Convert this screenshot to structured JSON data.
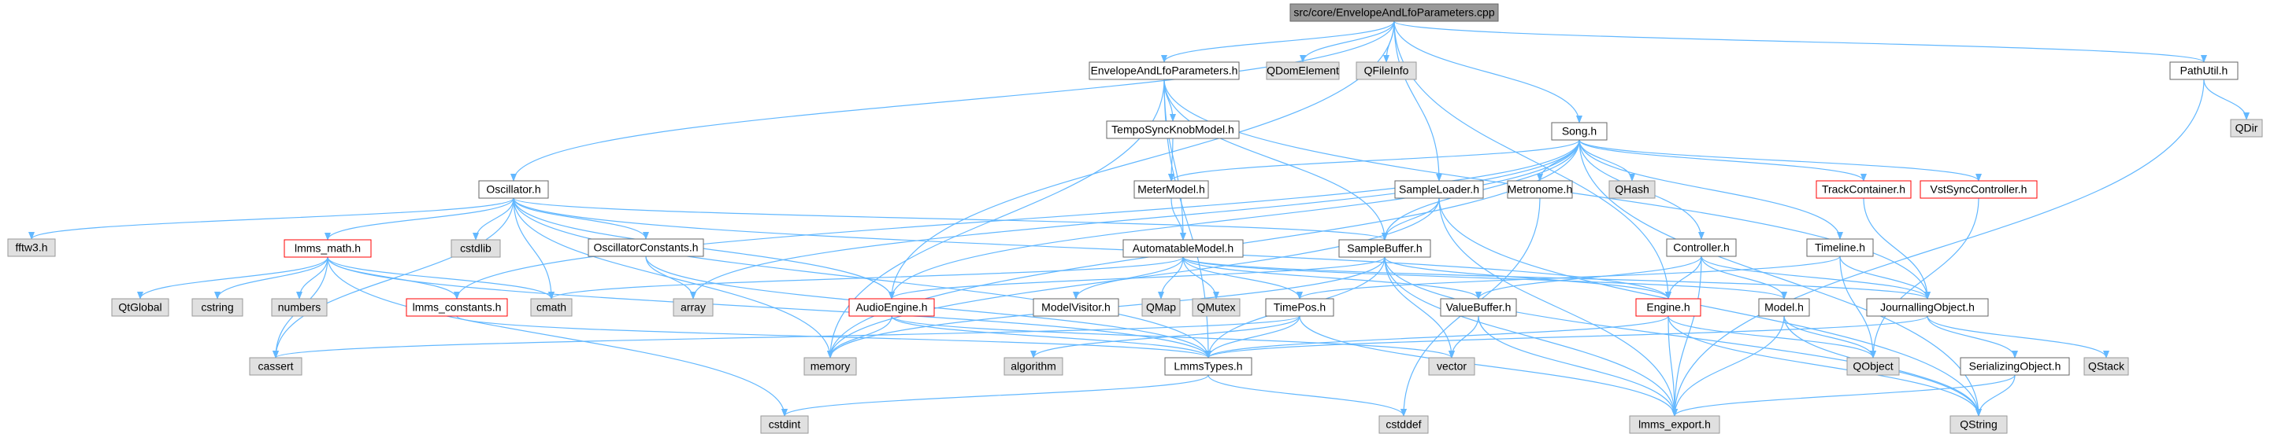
{
  "colors": {
    "edge": "#63b8ff",
    "root_fill": "#999999",
    "root_stroke": "#666666",
    "header_fill": "#ffffff",
    "header_stroke": "#666666",
    "system_fill": "#e0e0e0",
    "system_stroke": "#999999",
    "truncated_stroke": "#ff0000"
  },
  "nodes": [
    {
      "id": "root",
      "label": "src/core/EnvelopeAndLfoParameters.cpp",
      "kind": "root"
    },
    {
      "id": "envlfo",
      "label": "EnvelopeAndLfoParameters.h",
      "kind": "header"
    },
    {
      "id": "qdomelement",
      "label": "QDomElement",
      "kind": "system"
    },
    {
      "id": "qfileinfo",
      "label": "QFileInfo",
      "kind": "system"
    },
    {
      "id": "pathutil",
      "label": "PathUtil.h",
      "kind": "header"
    },
    {
      "id": "qdir",
      "label": "QDir",
      "kind": "system"
    },
    {
      "id": "temposync",
      "label": "TempoSyncKnobModel.h",
      "kind": "header"
    },
    {
      "id": "song",
      "label": "Song.h",
      "kind": "header"
    },
    {
      "id": "oscillator",
      "label": "Oscillator.h",
      "kind": "header"
    },
    {
      "id": "metermodel",
      "label": "MeterModel.h",
      "kind": "header"
    },
    {
      "id": "sampleloader",
      "label": "SampleLoader.h",
      "kind": "header"
    },
    {
      "id": "metronome",
      "label": "Metronome.h",
      "kind": "header"
    },
    {
      "id": "qhash",
      "label": "QHash",
      "kind": "system"
    },
    {
      "id": "trackcontainer",
      "label": "TrackContainer.h",
      "kind": "truncated"
    },
    {
      "id": "vstsync",
      "label": "VstSyncController.h",
      "kind": "truncated"
    },
    {
      "id": "fftw3",
      "label": "fftw3.h",
      "kind": "system"
    },
    {
      "id": "lmmsmath",
      "label": "lmms_math.h",
      "kind": "truncated"
    },
    {
      "id": "cstdlib",
      "label": "cstdlib",
      "kind": "system"
    },
    {
      "id": "oscconst",
      "label": "OscillatorConstants.h",
      "kind": "header"
    },
    {
      "id": "automatable",
      "label": "AutomatableModel.h",
      "kind": "header"
    },
    {
      "id": "samplebuffer",
      "label": "SampleBuffer.h",
      "kind": "header"
    },
    {
      "id": "controller",
      "label": "Controller.h",
      "kind": "header"
    },
    {
      "id": "timeline",
      "label": "Timeline.h",
      "kind": "header"
    },
    {
      "id": "qtglobal",
      "label": "QtGlobal",
      "kind": "system"
    },
    {
      "id": "cstring",
      "label": "cstring",
      "kind": "system"
    },
    {
      "id": "numbers",
      "label": "numbers",
      "kind": "system"
    },
    {
      "id": "lmmsconst",
      "label": "lmms_constants.h",
      "kind": "truncated"
    },
    {
      "id": "cmath",
      "label": "cmath",
      "kind": "system"
    },
    {
      "id": "array",
      "label": "array",
      "kind": "system"
    },
    {
      "id": "audioengine",
      "label": "AudioEngine.h",
      "kind": "truncated"
    },
    {
      "id": "modelvisitor",
      "label": "ModelVisitor.h",
      "kind": "header"
    },
    {
      "id": "qmap",
      "label": "QMap",
      "kind": "system"
    },
    {
      "id": "qmutex",
      "label": "QMutex",
      "kind": "system"
    },
    {
      "id": "timepos",
      "label": "TimePos.h",
      "kind": "header"
    },
    {
      "id": "valuebuffer",
      "label": "ValueBuffer.h",
      "kind": "header"
    },
    {
      "id": "engine",
      "label": "Engine.h",
      "kind": "truncated"
    },
    {
      "id": "model",
      "label": "Model.h",
      "kind": "header"
    },
    {
      "id": "journalling",
      "label": "JournallingObject.h",
      "kind": "header"
    },
    {
      "id": "cassert",
      "label": "cassert",
      "kind": "system"
    },
    {
      "id": "memory",
      "label": "memory",
      "kind": "system"
    },
    {
      "id": "algorithm",
      "label": "algorithm",
      "kind": "system"
    },
    {
      "id": "lmmstypes",
      "label": "LmmsTypes.h",
      "kind": "header"
    },
    {
      "id": "vector",
      "label": "vector",
      "kind": "system"
    },
    {
      "id": "qobject",
      "label": "QObject",
      "kind": "system"
    },
    {
      "id": "qstack",
      "label": "QStack",
      "kind": "system"
    },
    {
      "id": "serializing",
      "label": "SerializingObject.h",
      "kind": "header"
    },
    {
      "id": "cstdint",
      "label": "cstdint",
      "kind": "system"
    },
    {
      "id": "cstddef",
      "label": "cstddef",
      "kind": "system"
    },
    {
      "id": "lmmsexport",
      "label": "lmms_export.h",
      "kind": "system"
    },
    {
      "id": "qstring",
      "label": "QString",
      "kind": "system"
    }
  ],
  "edges": [
    [
      "root",
      "envlfo"
    ],
    [
      "root",
      "qdomelement"
    ],
    [
      "root",
      "qfileinfo"
    ],
    [
      "root",
      "pathutil"
    ],
    [
      "root",
      "song"
    ],
    [
      "root",
      "oscillator"
    ],
    [
      "root",
      "sampleloader"
    ],
    [
      "root",
      "audioengine"
    ],
    [
      "root",
      "engine"
    ],
    [
      "pathutil",
      "qdir"
    ],
    [
      "pathutil",
      "lmmsexport"
    ],
    [
      "envlfo",
      "temposync"
    ],
    [
      "envlfo",
      "automatable"
    ],
    [
      "envlfo",
      "samplebuffer"
    ],
    [
      "envlfo",
      "journalling"
    ],
    [
      "envlfo",
      "memory"
    ],
    [
      "envlfo",
      "lmmstypes"
    ],
    [
      "temposync",
      "metermodel"
    ],
    [
      "song",
      "metermodel"
    ],
    [
      "song",
      "metronome"
    ],
    [
      "song",
      "qhash"
    ],
    [
      "song",
      "trackcontainer"
    ],
    [
      "song",
      "vstsync"
    ],
    [
      "song",
      "controller"
    ],
    [
      "song",
      "timeline"
    ],
    [
      "song",
      "audioengine"
    ],
    [
      "song",
      "lmmsconst"
    ],
    [
      "song",
      "array"
    ],
    [
      "song",
      "memory"
    ],
    [
      "song",
      "qstring"
    ],
    [
      "song",
      "samplebuffer"
    ],
    [
      "metermodel",
      "automatable"
    ],
    [
      "oscillator",
      "fftw3"
    ],
    [
      "oscillator",
      "lmmsmath"
    ],
    [
      "oscillator",
      "cstdlib"
    ],
    [
      "oscillator",
      "cmath"
    ],
    [
      "oscillator",
      "oscconst"
    ],
    [
      "oscillator",
      "audioengine"
    ],
    [
      "oscillator",
      "samplebuffer"
    ],
    [
      "oscillator",
      "engine"
    ],
    [
      "oscillator",
      "memory"
    ],
    [
      "oscillator",
      "lmmstypes"
    ],
    [
      "oscillator",
      "cassert"
    ],
    [
      "sampleloader",
      "samplebuffer"
    ],
    [
      "sampleloader",
      "memory"
    ],
    [
      "sampleloader",
      "lmmsexport"
    ],
    [
      "sampleloader",
      "qstring"
    ],
    [
      "metronome",
      "cstddef"
    ],
    [
      "trackcontainer",
      "journalling"
    ],
    [
      "vstsync",
      "qobject"
    ],
    [
      "lmmsmath",
      "qtglobal"
    ],
    [
      "lmmsmath",
      "cstring"
    ],
    [
      "lmmsmath",
      "numbers"
    ],
    [
      "lmmsmath",
      "lmmsconst"
    ],
    [
      "lmmsmath",
      "cmath"
    ],
    [
      "lmmsmath",
      "cassert"
    ],
    [
      "lmmsmath",
      "cstdint"
    ],
    [
      "lmmsmath",
      "lmmstypes"
    ],
    [
      "oscconst",
      "array"
    ],
    [
      "oscconst",
      "lmmstypes"
    ],
    [
      "lmmsconst",
      "lmmstypes"
    ],
    [
      "automatable",
      "cmath"
    ],
    [
      "automatable",
      "modelvisitor"
    ],
    [
      "automatable",
      "qmap"
    ],
    [
      "automatable",
      "qmutex"
    ],
    [
      "automatable",
      "timepos"
    ],
    [
      "automatable",
      "valuebuffer"
    ],
    [
      "automatable",
      "model"
    ],
    [
      "automatable",
      "journalling"
    ],
    [
      "samplebuffer",
      "audioengine"
    ],
    [
      "samplebuffer",
      "engine"
    ],
    [
      "samplebuffer",
      "vector"
    ],
    [
      "samplebuffer",
      "lmmstypes"
    ],
    [
      "samplebuffer",
      "lmmsexport"
    ],
    [
      "samplebuffer",
      "memory"
    ],
    [
      "samplebuffer",
      "qstring"
    ],
    [
      "controller",
      "engine"
    ],
    [
      "controller",
      "model"
    ],
    [
      "controller",
      "journalling"
    ],
    [
      "controller",
      "valuebuffer"
    ],
    [
      "controller",
      "lmmsexport"
    ],
    [
      "timeline",
      "journalling"
    ],
    [
      "timeline",
      "qobject"
    ],
    [
      "timeline",
      "timepos"
    ],
    [
      "audioengine",
      "memory"
    ],
    [
      "audioengine",
      "lmmstypes"
    ],
    [
      "audioengine",
      "vector"
    ],
    [
      "timepos",
      "lmmstypes"
    ],
    [
      "timepos",
      "lmmsexport"
    ],
    [
      "timepos",
      "cassert"
    ],
    [
      "timepos",
      "algorithm"
    ],
    [
      "valuebuffer",
      "vector"
    ],
    [
      "valuebuffer",
      "lmmsexport"
    ],
    [
      "engine",
      "lmmstypes"
    ],
    [
      "engine",
      "lmmsexport"
    ],
    [
      "engine",
      "qobject"
    ],
    [
      "engine",
      "qstring"
    ],
    [
      "model",
      "qobject"
    ],
    [
      "model",
      "qstring"
    ],
    [
      "model",
      "lmmsexport"
    ],
    [
      "journalling",
      "qstack"
    ],
    [
      "journalling",
      "serializing"
    ],
    [
      "journalling",
      "lmmstypes"
    ],
    [
      "serializing",
      "lmmsexport"
    ],
    [
      "serializing",
      "qstring"
    ],
    [
      "lmmstypes",
      "cstdint"
    ],
    [
      "lmmstypes",
      "cstddef"
    ]
  ]
}
